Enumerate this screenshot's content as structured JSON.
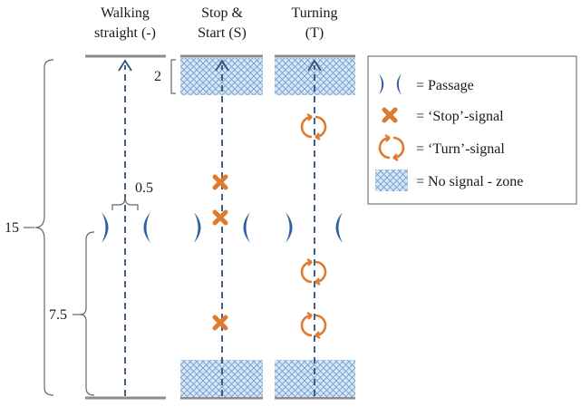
{
  "columns": [
    {
      "line1": "Walking",
      "line2": "straight (-)"
    },
    {
      "line1": "Stop &",
      "line2": "Start (S)"
    },
    {
      "line1": "Turning",
      "line2": "(T)"
    }
  ],
  "dimensions": {
    "total": "15",
    "half": "7.5",
    "zone": "2",
    "passage_width": "0.5"
  },
  "legend": {
    "passage": "= Passage",
    "stop": "= ‘Stop’-signal",
    "turn": "= ‘Turn’-signal",
    "zone": "= No signal - zone"
  },
  "colors": {
    "passage": "#2e5f9e",
    "signal": "#e07a2e",
    "zone_fill": "#cfe0f2",
    "zone_stroke": "#6d9fd0",
    "dash": "#2e4f7a",
    "ground": "#8c8c8c"
  },
  "icons": {
    "passage": "crescent-pair-icon",
    "stop": "x-cross-icon",
    "turn": "circular-arrows-icon",
    "zone": "crosshatch-zone-icon"
  }
}
